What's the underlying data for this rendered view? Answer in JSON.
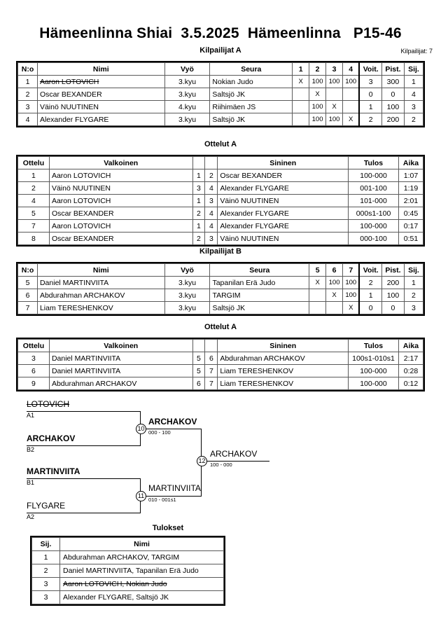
{
  "header": {
    "title": "Hämeenlinna Shiai  3.5.2025  Hämeenlinna   P15-46",
    "competitor_count_label": "Kilpailijat: 7"
  },
  "pools": [
    {
      "title": "Kilpailijat A",
      "columns": [
        "N:o",
        "Nimi",
        "Vyö",
        "Seura",
        "1",
        "2",
        "3",
        "4",
        "Voit.",
        "Pist.",
        "Sij."
      ],
      "rows": [
        {
          "no": "1",
          "name": "Aaron LOTOVICH",
          "struck": true,
          "belt": "3.kyu",
          "club": "Nokian Judo",
          "matrix": [
            "X",
            "100",
            "100",
            "100"
          ],
          "wins": "3",
          "points": "300",
          "rank": "1"
        },
        {
          "no": "2",
          "name": "Oscar BEXANDER",
          "struck": false,
          "belt": "3.kyu",
          "club": "Saltsjö JK",
          "matrix": [
            "",
            "X",
            "",
            ""
          ],
          "wins": "0",
          "points": "0",
          "rank": "4"
        },
        {
          "no": "3",
          "name": "Väinö NUUTINEN",
          "struck": false,
          "belt": "4.kyu",
          "club": "Riihimäen JS",
          "matrix": [
            "",
            "100",
            "X",
            ""
          ],
          "wins": "1",
          "points": "100",
          "rank": "3"
        },
        {
          "no": "4",
          "name": "Alexander FLYGARE",
          "struck": false,
          "belt": "3.kyu",
          "club": "Saltsjö JK",
          "matrix": [
            "",
            "100",
            "100",
            "X"
          ],
          "wins": "2",
          "points": "200",
          "rank": "2"
        }
      ]
    },
    {
      "title": "Kilpailijat B",
      "columns": [
        "N:o",
        "Nimi",
        "Vyö",
        "Seura",
        "5",
        "6",
        "7",
        "Voit.",
        "Pist.",
        "Sij."
      ],
      "rows": [
        {
          "no": "5",
          "name": "Daniel MARTINVIITA",
          "struck": false,
          "belt": "3.kyu",
          "club": "Tapanilan Erä Judo",
          "matrix": [
            "X",
            "100",
            "100"
          ],
          "wins": "2",
          "points": "200",
          "rank": "1"
        },
        {
          "no": "6",
          "name": "Abdurahman ARCHAKOV",
          "struck": false,
          "belt": "3.kyu",
          "club": "TARGIM",
          "matrix": [
            "",
            "X",
            "100"
          ],
          "wins": "1",
          "points": "100",
          "rank": "2"
        },
        {
          "no": "7",
          "name": "Liam TERESHENKOV",
          "struck": false,
          "belt": "3.kyu",
          "club": "Saltsjö JK",
          "matrix": [
            "",
            "",
            "X"
          ],
          "wins": "0",
          "points": "0",
          "rank": "3"
        }
      ]
    }
  ],
  "matches": [
    {
      "title": "Ottelut A",
      "columns": [
        "Ottelu",
        "Valkoinen",
        "",
        "",
        "Sininen",
        "Tulos",
        "Aika"
      ],
      "rows": [
        {
          "no": "1",
          "white": "Aaron LOTOVICH",
          "white_win": true,
          "wn": "1",
          "bn": "2",
          "blue": "Oscar BEXANDER",
          "blue_win": false,
          "result": "100-000",
          "time": "1:07"
        },
        {
          "no": "2",
          "white": "Väinö NUUTINEN",
          "white_win": false,
          "wn": "3",
          "bn": "4",
          "blue": "Alexander FLYGARE",
          "blue_win": true,
          "result": "001-100",
          "time": "1:19"
        },
        {
          "no": "4",
          "white": "Aaron LOTOVICH",
          "white_win": true,
          "wn": "1",
          "bn": "3",
          "blue": "Väinö NUUTINEN",
          "blue_win": false,
          "result": "101-000",
          "time": "2:01"
        },
        {
          "no": "5",
          "white": "Oscar BEXANDER",
          "white_win": false,
          "wn": "2",
          "bn": "4",
          "blue": "Alexander FLYGARE",
          "blue_win": true,
          "result": "000s1-100",
          "time": "0:45"
        },
        {
          "no": "7",
          "white": "Aaron LOTOVICH",
          "white_win": true,
          "wn": "1",
          "bn": "4",
          "blue": "Alexander FLYGARE",
          "blue_win": false,
          "result": "100-000",
          "time": "0:17"
        },
        {
          "no": "8",
          "white": "Oscar BEXANDER",
          "white_win": false,
          "wn": "2",
          "bn": "3",
          "blue": "Väinö NUUTINEN",
          "blue_win": true,
          "result": "000-100",
          "time": "0:51"
        }
      ]
    },
    {
      "title": "Ottelut A",
      "columns": [
        "Ottelu",
        "Valkoinen",
        "",
        "",
        "Sininen",
        "Tulos",
        "Aika"
      ],
      "rows": [
        {
          "no": "3",
          "white": "Daniel MARTINVIITA",
          "white_win": true,
          "wn": "5",
          "bn": "6",
          "blue": "Abdurahman ARCHAKOV",
          "blue_win": false,
          "result": "100s1-010s1",
          "time": "2:17"
        },
        {
          "no": "6",
          "white": "Daniel MARTINVIITA",
          "white_win": true,
          "wn": "5",
          "bn": "7",
          "blue": "Liam TERESHENKOV",
          "blue_win": false,
          "result": "100-000",
          "time": "0:28"
        },
        {
          "no": "9",
          "white": "Abdurahman ARCHAKOV",
          "white_win": true,
          "wn": "6",
          "bn": "7",
          "blue": "Liam TERESHENKOV",
          "blue_win": false,
          "result": "100-000",
          "time": "0:12"
        }
      ]
    }
  ],
  "bracket": {
    "seeds": [
      {
        "name": "LOTOVICH",
        "code": "A1",
        "bold": false,
        "struck": true
      },
      {
        "name": "ARCHAKOV",
        "code": "B2",
        "bold": true,
        "struck": false
      },
      {
        "name": "MARTINVIITA",
        "code": "B1",
        "bold": true,
        "struck": false
      },
      {
        "name": "FLYGARE",
        "code": "A2",
        "bold": false,
        "struck": false
      }
    ],
    "nodes": [
      {
        "num": "10",
        "winner": "ARCHAKOV",
        "score": "000 - 100",
        "bold": true
      },
      {
        "num": "11",
        "winner": "MARTINVIITA",
        "score": "010 - 001s1",
        "bold": false
      },
      {
        "num": "12",
        "winner": "ARCHAKOV",
        "score": "100 - 000",
        "bold": false
      }
    ]
  },
  "results": {
    "title": "Tulokset",
    "columns": [
      "Sij.",
      "Nimi"
    ],
    "rows": [
      {
        "rank": "1",
        "name": "Abdurahman ARCHAKOV, TARGIM",
        "struck": false
      },
      {
        "rank": "2",
        "name": "Daniel MARTINVIITA, Tapanilan Erä Judo",
        "struck": false
      },
      {
        "rank": "3",
        "name": "Aaron LOTOVICH, Nokian Judo",
        "struck": true
      },
      {
        "rank": "3",
        "name": "Alexander FLYGARE, Saltsjö JK",
        "struck": false
      }
    ]
  }
}
